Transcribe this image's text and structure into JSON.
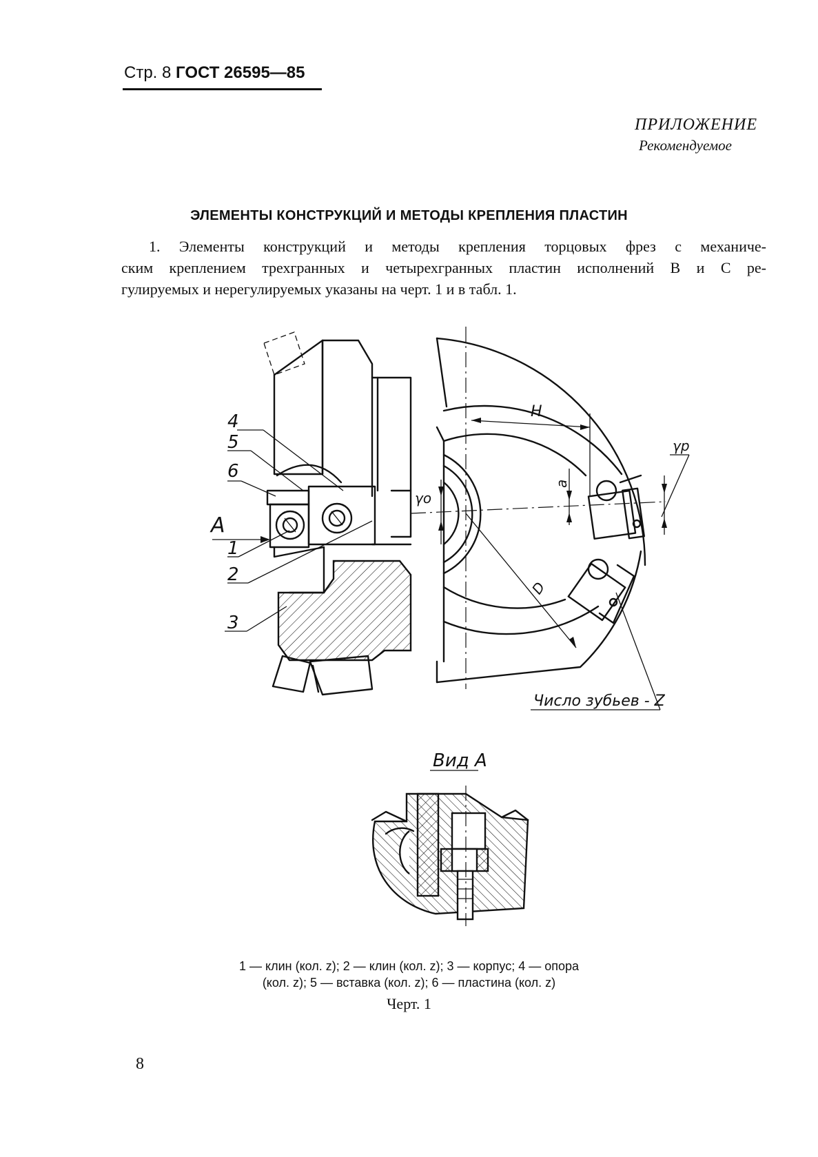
{
  "header": {
    "page_label": "Стр. 8",
    "standard": "ГОСТ 26595—85"
  },
  "appendix": {
    "title": "ПРИЛОЖЕНИЕ",
    "subtitle": "Рекомендуемое"
  },
  "section_title": "ЭЛЕМЕНТЫ КОНСТРУКЦИЙ И МЕТОДЫ КРЕПЛЕНИЯ ПЛАСТИН",
  "paragraph": {
    "line1": "1. Элементы конструкций и методы крепления торцовых фрез с механиче-",
    "line2": "ским креплением трехгранных и четырехгранных пластин исполнений В и С ре-",
    "line3": "гулируемых и нерегулируемых указаны на черт. 1 и в табл. 1."
  },
  "drawing": {
    "labels": {
      "part4": "4",
      "part5": "5",
      "part6": "6",
      "view_arrow": "A",
      "part1": "1",
      "part2": "2",
      "part3": "3",
      "dim_H": "H",
      "dim_a": "a",
      "dim_D": "D",
      "gamma_o": "γо",
      "gamma_p": "γр",
      "teeth": "Число зубьев - Z",
      "view_a": "Вид А"
    }
  },
  "legend": {
    "line1": "1 — клин (кол. z); 2 — клин (кол. z); 3 — корпус; 4 — опора",
    "line2": "(кол. z); 5 — вставка (кол. z); 6 — пластина (кол. z)"
  },
  "caption": "Черт. 1",
  "page_number": "8"
}
